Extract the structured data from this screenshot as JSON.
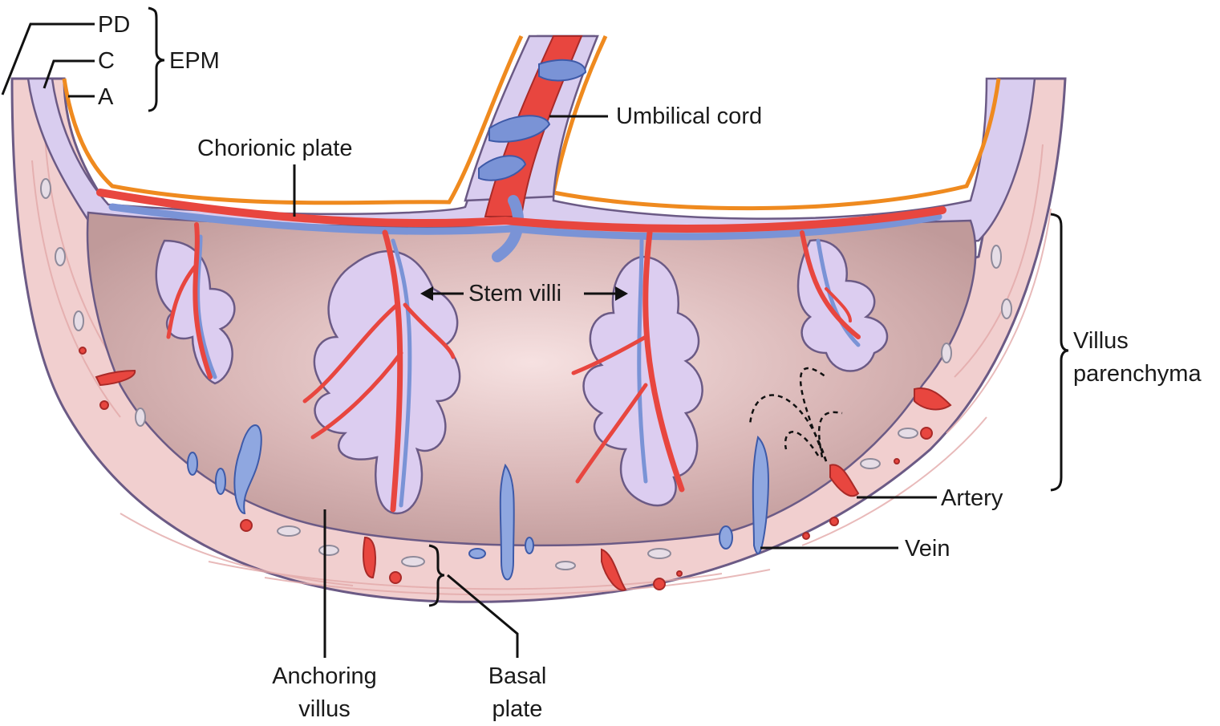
{
  "labels": {
    "pd": "PD",
    "c": "C",
    "a": "A",
    "epm": "EPM",
    "umbilical_cord": "Umbilical cord",
    "chorionic_plate": "Chorionic plate",
    "stem_villi": "Stem villi",
    "villus_parenchyma_line1": "Villus",
    "villus_parenchyma_line2": "parenchyma",
    "artery": "Artery",
    "vein": "Vein",
    "anchoring_villus_line1": "Anchoring",
    "anchoring_villus_line2": "villus",
    "basal_plate_line1": "Basal",
    "basal_plate_line2": "plate"
  },
  "colors": {
    "artery_red": "#e8463f",
    "vein_blue": "#7a93d6",
    "amnion_orange": "#ef8a1f",
    "chorion_lavender": "#d9cdef",
    "decidua_pink": "#f1cfcf",
    "intervillous_space": "#caa7a7",
    "outline_purple": "#6b5a85"
  }
}
